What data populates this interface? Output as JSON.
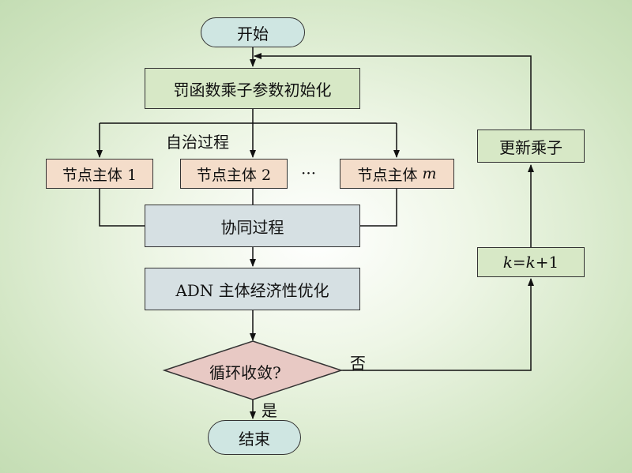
{
  "nodes": {
    "start": "开始",
    "init": "罚函数乘子参数初始化",
    "node1": "节点主体 1",
    "node2": "节点主体 2",
    "ellipsis": "···",
    "node_m_prefix": "节点主体",
    "node_m_var": "m",
    "coop": "协同过程",
    "adn": "ADN 主体经济性优化",
    "decision": "循环收敛?",
    "end": "结束",
    "update": "更新乘子",
    "k_var1": "k",
    "k_eq": "=",
    "k_var2": "k",
    "k_plus": "+1"
  },
  "labels": {
    "autonomous": "自治过程",
    "no": "否",
    "yes": "是"
  },
  "colors": {
    "terminal": "#cfe6e2",
    "process_green": "#d7e8c6",
    "process_peach": "#f4ddca",
    "process_blue": "#d6e0e3",
    "decision": "#e8c9c4"
  }
}
